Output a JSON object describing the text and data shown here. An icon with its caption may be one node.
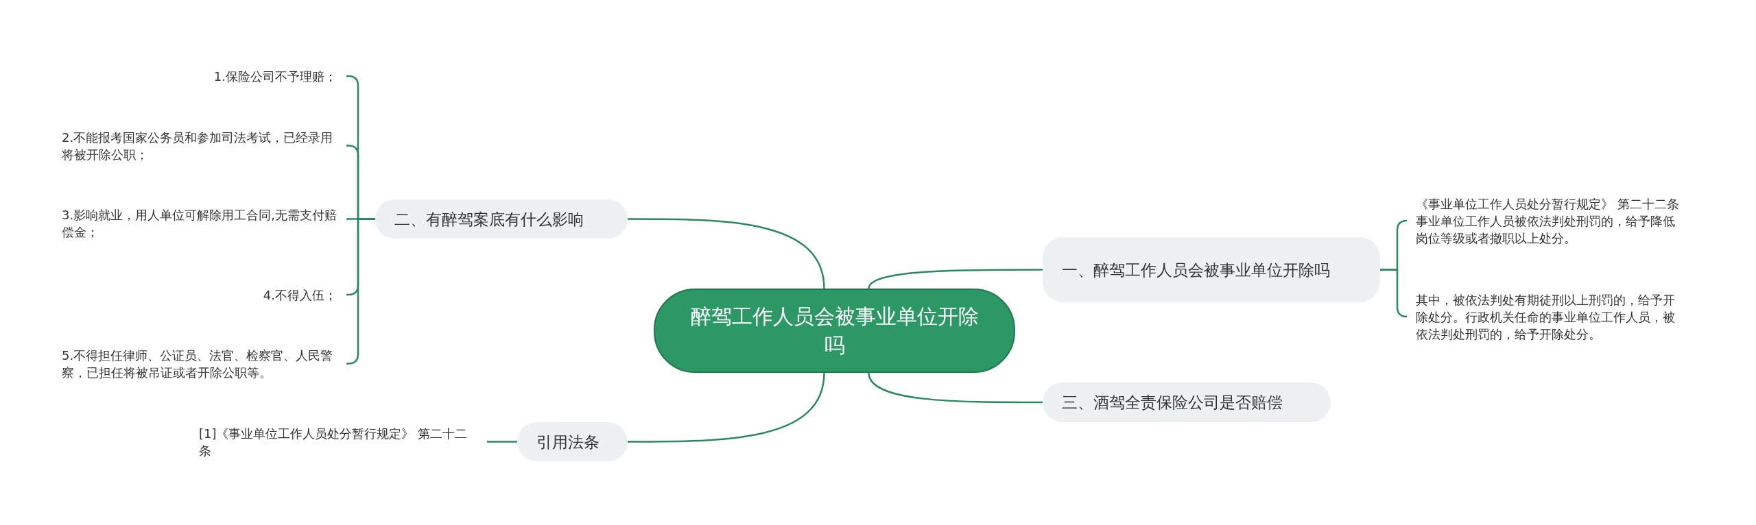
{
  "diagram": {
    "nodes": [
      {
        "text": [
          "醉驾工作人员会被事业单位开除吗"
        ]
      },
      {
        "text": [
          "二、有醉驾案底有什么影响"
        ]
      },
      {
        "text": [
          "1.保险公司不予理赔；"
        ]
      },
      {
        "text": [
          "2.不能报考国家公务员和参加司法考试，已经录用将被开除公职；"
        ]
      },
      {
        "text": [
          "3.影响就业，用人单位可解除用工合同,无需支付赔偿金；"
        ]
      },
      {
        "text": [
          "4.不得入伍；"
        ]
      },
      {
        "text": [
          "5.不得担任律师、公证员、法官、检察官、人民警察，已担任将被吊证或者开除公职等。"
        ]
      },
      {
        "text": [
          "一、醉驾工作人员会被事业单位开除吗"
        ]
      },
      {
        "text": [
          "《事业单位工作人员处分暂行规定》 第二十二条事业单位工作人员被依法判处刑罚的，给予降低岗位等级或者撤职以上处分。"
        ]
      },
      {
        "text": [
          "其中，被依法判处有期徒刑以上刑罚的，给予开除处分。行政机关任命的事业单位工作人员，被依法判处刑罚的，给予开除处分。"
        ]
      },
      {
        "text": [
          "三、酒驾全责保险公司是否赔偿"
        ]
      },
      {
        "text": [
          "引用法条"
        ]
      },
      {
        "text": [
          "[1]《事业单位工作人员处分暂行规定》 第二十二条"
        ]
      }
    ],
    "edges": [
      {
        "from": 0,
        "to": 1,
        "arrow": "none"
      },
      {
        "from": 1,
        "to": 2,
        "arrow": "none"
      },
      {
        "from": 1,
        "to": 3,
        "arrow": "none"
      },
      {
        "from": 1,
        "to": 4,
        "arrow": "none"
      },
      {
        "from": 1,
        "to": 5,
        "arrow": "none"
      },
      {
        "from": 1,
        "to": 6,
        "arrow": "none"
      },
      {
        "from": 0,
        "to": 7,
        "arrow": "none"
      },
      {
        "from": 7,
        "to": 8,
        "arrow": "none"
      },
      {
        "from": 7,
        "to": 9,
        "arrow": "none"
      },
      {
        "from": 0,
        "to": 10,
        "arrow": "none"
      },
      {
        "from": 0,
        "to": 11,
        "arrow": "none"
      },
      {
        "from": 11,
        "to": 12,
        "arrow": "none"
      }
    ]
  }
}
